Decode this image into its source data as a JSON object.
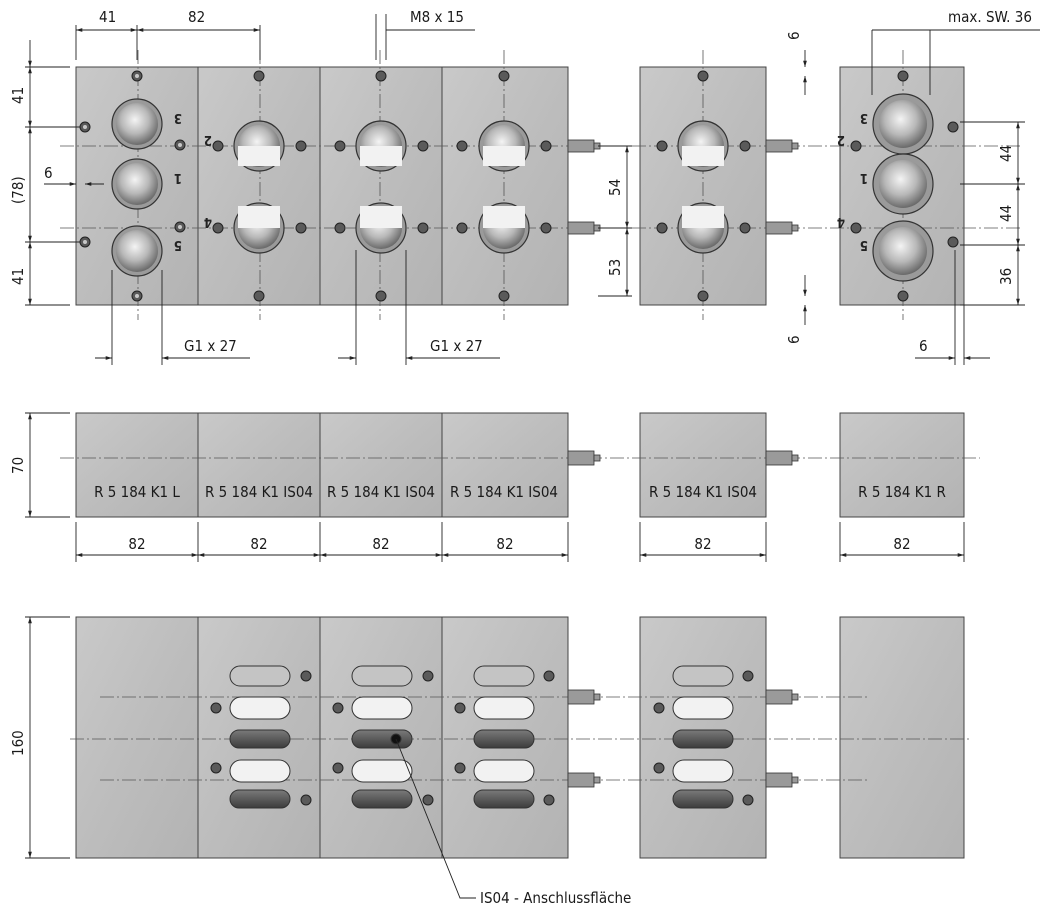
{
  "top_view": {
    "dims": {
      "w41": "41",
      "w82": "82",
      "thread": "M8 x 15",
      "h6_top": "6",
      "sw": "max. SW. 36",
      "h41_top": "41",
      "h78": "(78)",
      "h6_left": "6",
      "h41_bot": "41",
      "h54": "54",
      "h53": "53",
      "h6_bot": "6",
      "r44a": "44",
      "r44b": "44",
      "r36": "36",
      "w6_right": "6",
      "g1_left": "G1 x 27",
      "g1_right": "G1 x 27"
    },
    "ports": {
      "p3": "3",
      "p1": "1",
      "p5": "5",
      "p2": "2",
      "p4": "4"
    }
  },
  "side_view": {
    "height_label": "70",
    "block_labels": [
      "R 5 184 K1 L",
      "R 5 184 K1 IS04",
      "R 5 184 K1 IS04",
      "R 5 184 K1 IS04",
      "R 5 184 K1 IS04",
      "R 5 184 K1 R"
    ],
    "widths": [
      "82",
      "82",
      "82",
      "82",
      "82",
      "82"
    ]
  },
  "bottom_view": {
    "height_label": "160",
    "callout": "IS04 - Anschlussfläche"
  },
  "colors": {
    "metal_light": "#cfcfcf",
    "metal_dark": "#a7a7a7",
    "line": "#222222"
  }
}
